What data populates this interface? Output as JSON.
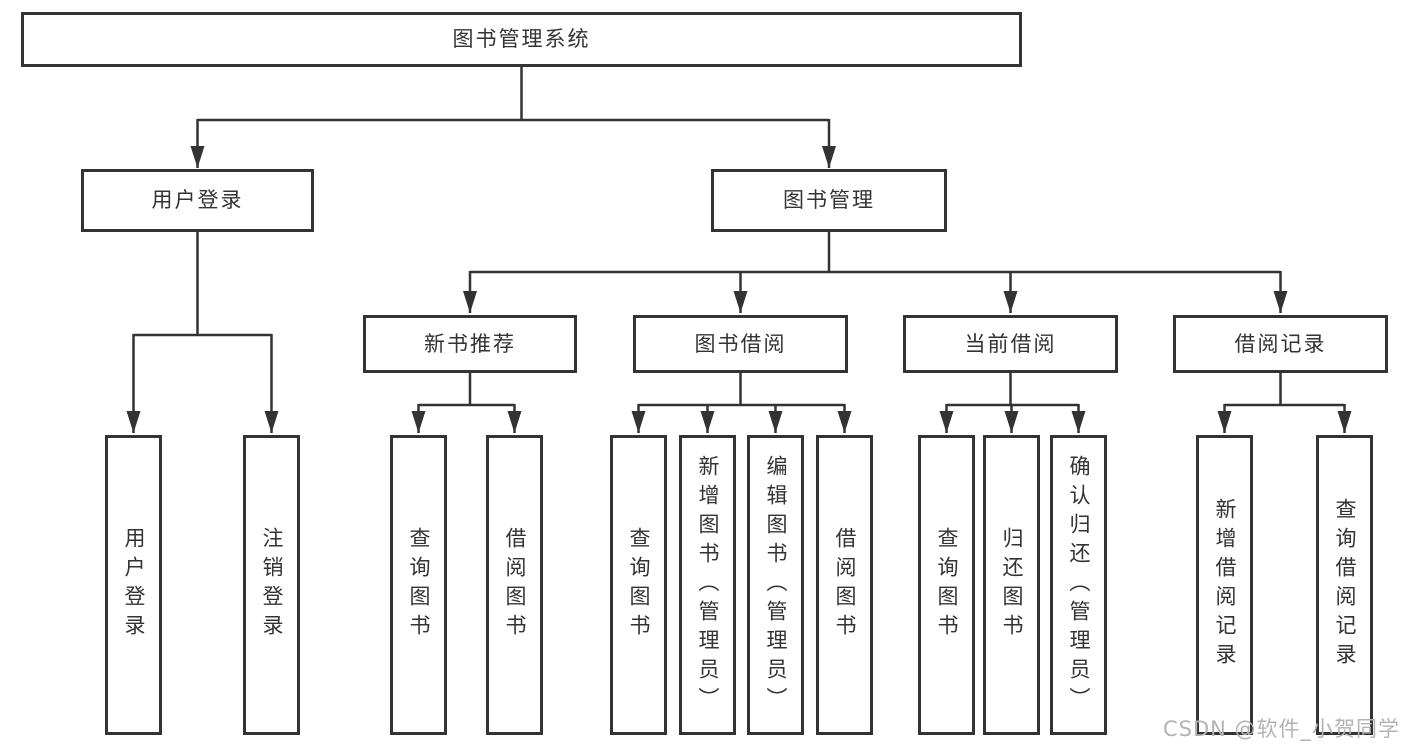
{
  "diagram": {
    "root": {
      "label": "图书管理系统"
    },
    "level2": [
      {
        "label": "用户登录"
      },
      {
        "label": "图书管理"
      }
    ],
    "level3": [
      {
        "label": "新书推荐",
        "parent": "图书管理"
      },
      {
        "label": "图书借阅",
        "parent": "图书管理"
      },
      {
        "label": "当前借阅",
        "parent": "图书管理"
      },
      {
        "label": "借阅记录",
        "parent": "图书管理"
      }
    ],
    "leaves": [
      {
        "label": "用户登录",
        "parent": "用户登录"
      },
      {
        "label": "注销登录",
        "parent": "用户登录"
      },
      {
        "label": "查询图书",
        "parent": "新书推荐"
      },
      {
        "label": "借阅图书",
        "parent": "新书推荐"
      },
      {
        "label": "查询图书",
        "parent": "图书借阅"
      },
      {
        "label": "新增图书（管理员）",
        "parent": "图书借阅"
      },
      {
        "label": "编辑图书（管理员）",
        "parent": "图书借阅"
      },
      {
        "label": "借阅图书",
        "parent": "图书借阅"
      },
      {
        "label": "查询图书",
        "parent": "当前借阅"
      },
      {
        "label": "归还图书",
        "parent": "当前借阅"
      },
      {
        "label": "确认归还（管理员）",
        "parent": "当前借阅"
      },
      {
        "label": "新增借阅记录",
        "parent": "借阅记录"
      },
      {
        "label": "查询借阅记录",
        "parent": "借阅记录"
      }
    ]
  },
  "watermark": {
    "text": "CSDN @软件_小贺同学"
  },
  "colors": {
    "line": "#333333",
    "text": "#333333",
    "box_background": "#ffffff",
    "watermark": "#b3b3b3",
    "background": "#ffffff"
  }
}
